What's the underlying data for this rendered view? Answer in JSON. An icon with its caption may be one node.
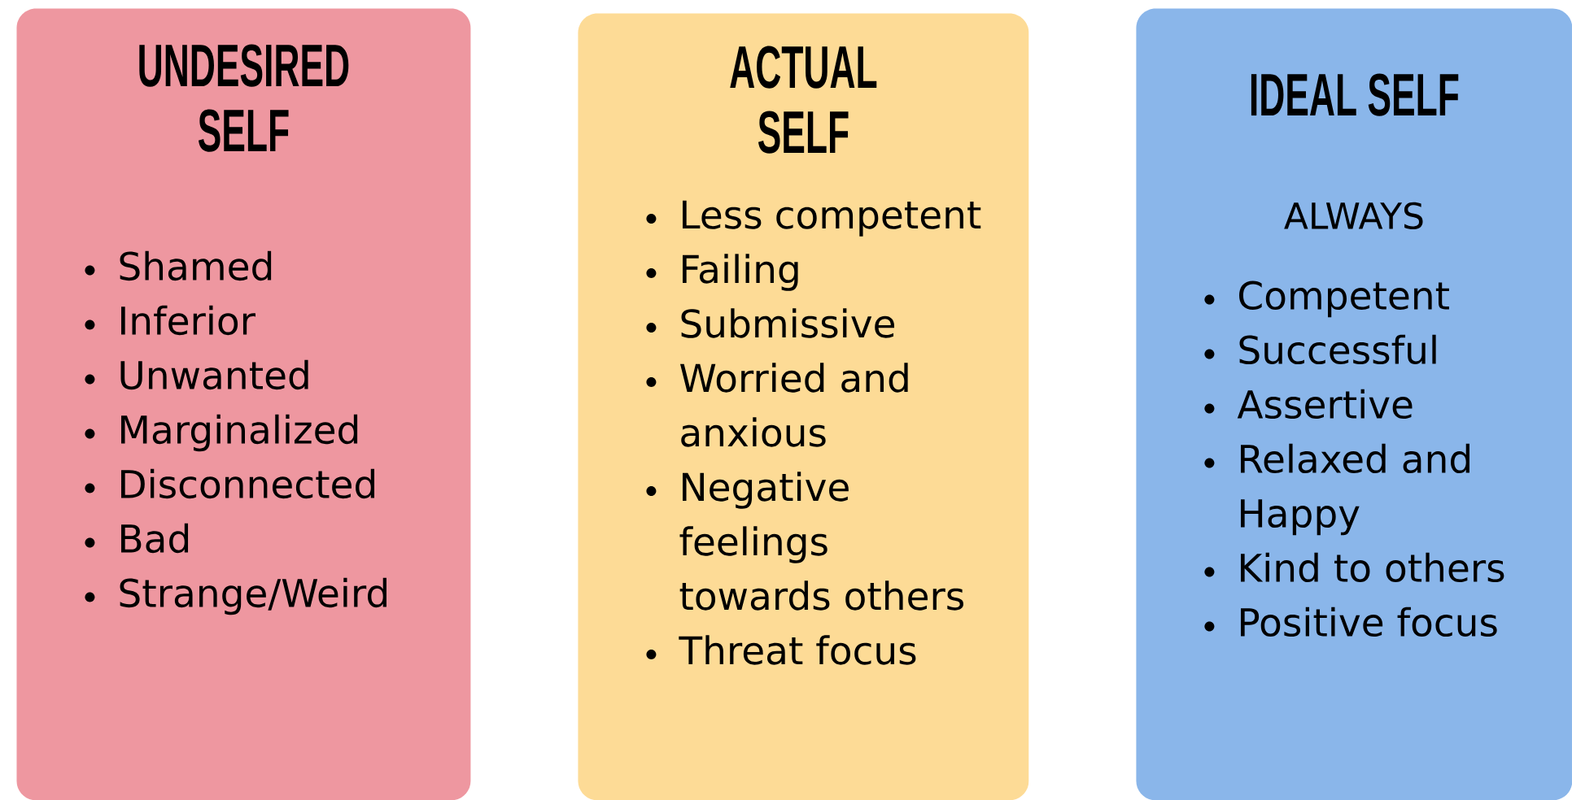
{
  "diagram": {
    "nodes": [
      {
        "text": [
          "UNDESIRED SELF",
          "Shamed",
          "Inferior",
          "Unwanted",
          "Marginalized",
          "Disconnected",
          "Bad",
          "Strange/Weird"
        ]
      },
      {
        "text": [
          "ACTUAL SELF",
          "Less competent",
          "Failing",
          "Submissive",
          "Worried and anxious",
          "Negative feelings towards others",
          "Threat focus"
        ]
      },
      {
        "text": [
          "IDEAL SELF",
          "ALWAYS",
          "Competent",
          "Successful",
          "Assertive",
          "Relaxed and Happy",
          "Kind to others",
          "Positive focus"
        ]
      }
    ]
  }
}
